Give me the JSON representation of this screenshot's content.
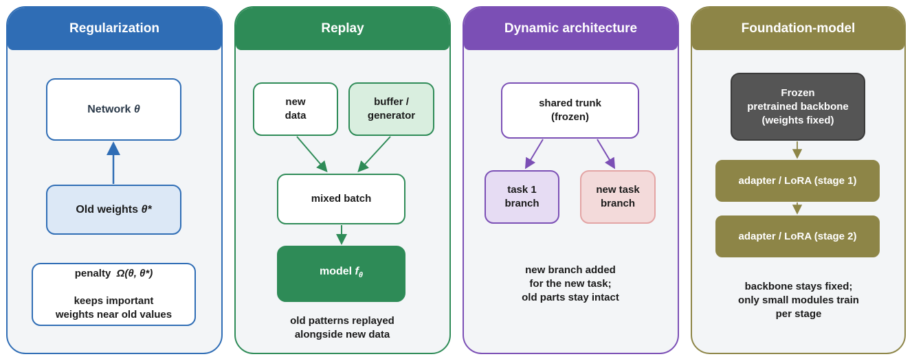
{
  "panels": [
    {
      "title": "Regularization",
      "color": "#2f6db5",
      "boxes": {
        "network": {
          "label": "Network ",
          "symbol": "θ"
        },
        "old_weights": {
          "label": "Old weights ",
          "symbol": "θ*"
        },
        "penalty": {
          "line1_prefix": "penalty  ",
          "line1_math": "Ω(θ, θ*)",
          "rest": "keeps important\nweights near old values"
        }
      }
    },
    {
      "title": "Replay",
      "color": "#2e8b57",
      "boxes": {
        "new_data": "new\ndata",
        "buffer": "buffer /\ngenerator",
        "mixed": "mixed batch",
        "model": {
          "label": "model ",
          "symbol": "f",
          "subscript": "θ"
        }
      },
      "note": "old patterns replayed\nalongside new data"
    },
    {
      "title": "Dynamic architecture",
      "color": "#7b4fb5",
      "boxes": {
        "trunk": "shared trunk\n(frozen)",
        "task1": "task 1\nbranch",
        "newtask": "new task\nbranch"
      },
      "note": "new branch added\nfor the new task;\nold parts stay intact"
    },
    {
      "title": "Foundation-model",
      "color": "#8d8547",
      "boxes": {
        "backbone": "Frozen\npretrained backbone\n(weights fixed)",
        "adapter1": "adapter / LoRA (stage 1)",
        "adapter2": "adapter / LoRA (stage 2)"
      },
      "note": "backbone stays fixed;\nonly small modules train\nper stage"
    }
  ]
}
